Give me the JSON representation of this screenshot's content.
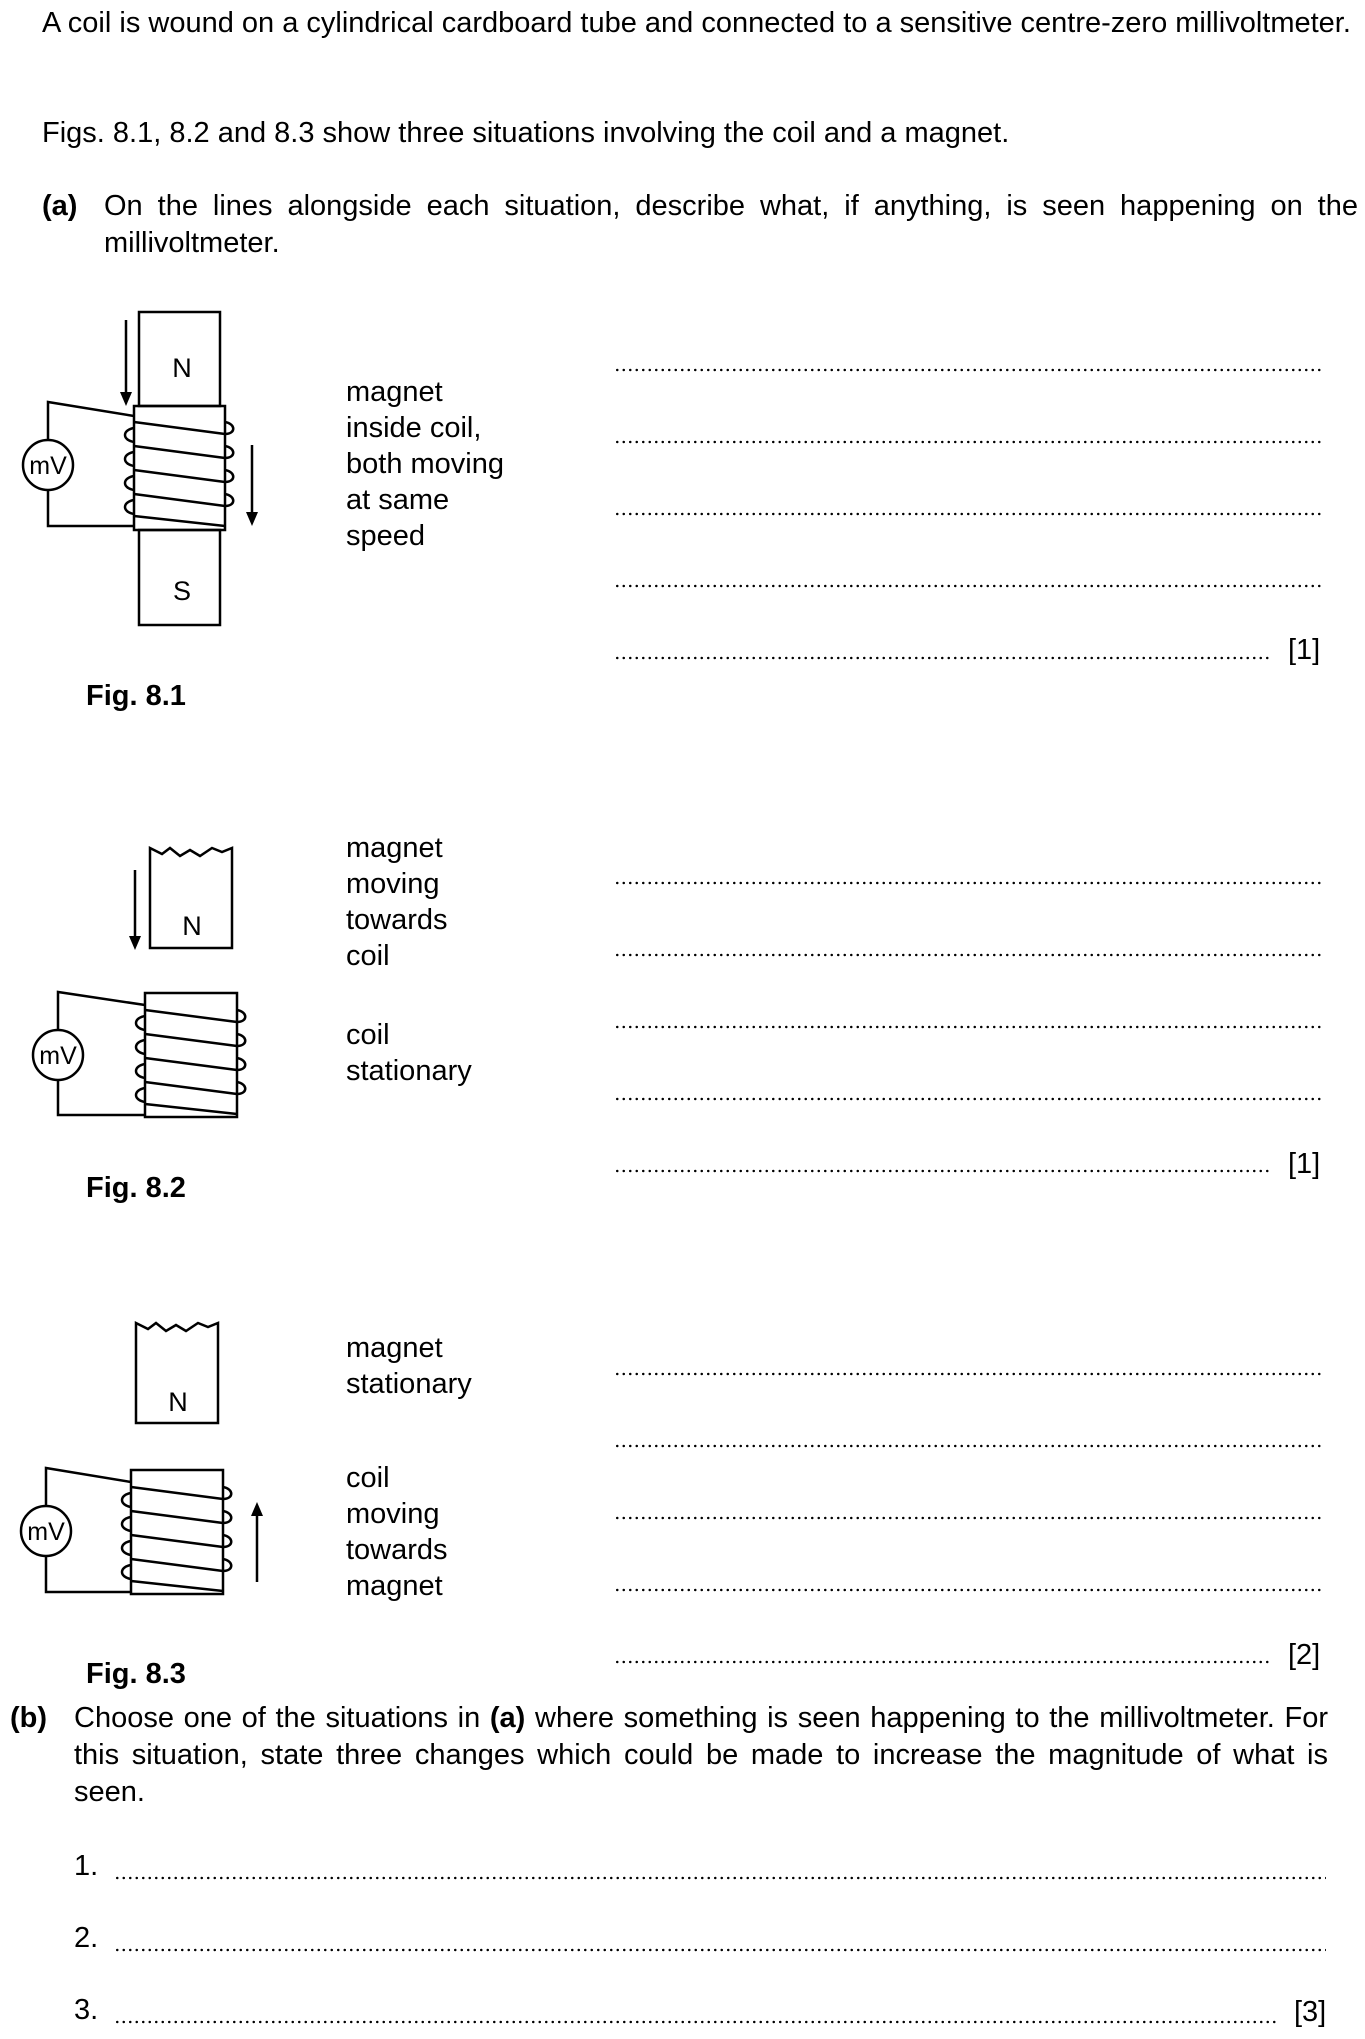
{
  "intro": {
    "line1": "A coil is wound on a cylindrical cardboard tube and connected to a sensitive centre-zero millivoltmeter.",
    "line2": "Figs. 8.1, 8.2 and 8.3 show three situations involving the coil and a magnet."
  },
  "part_a": {
    "label": "(a)",
    "text": "On the lines alongside each situation, describe what, if anything, is seen happening on the millivoltmeter."
  },
  "figures": [
    {
      "caption": "Fig. 8.1",
      "pole_top": "N",
      "pole_bottom": "S",
      "meter": "mV",
      "description": [
        "magnet",
        "inside coil,",
        "both moving",
        "at same",
        "speed"
      ],
      "marks": "[1]"
    },
    {
      "caption": "Fig. 8.2",
      "pole": "N",
      "meter": "mV",
      "description_1": [
        "magnet",
        "moving",
        "towards",
        "coil"
      ],
      "description_2": [
        "coil",
        "stationary"
      ],
      "marks": "[1]"
    },
    {
      "caption": "Fig. 8.3",
      "pole": "N",
      "meter": "mV",
      "description_1": [
        "magnet",
        "stationary"
      ],
      "description_2": [
        "coil",
        "moving",
        "towards",
        "magnet"
      ],
      "marks": "[2]"
    }
  ],
  "part_b": {
    "label": "(b)",
    "text_1": "Choose one of the situations in",
    "text_ref": "(a)",
    "text_2": "where something is seen happening to the millivoltmeter. For this situation, state three changes which could be made to increase the magnitude of what is seen.",
    "answers": [
      "1.",
      "2.",
      "3."
    ],
    "marks": "[3]"
  }
}
